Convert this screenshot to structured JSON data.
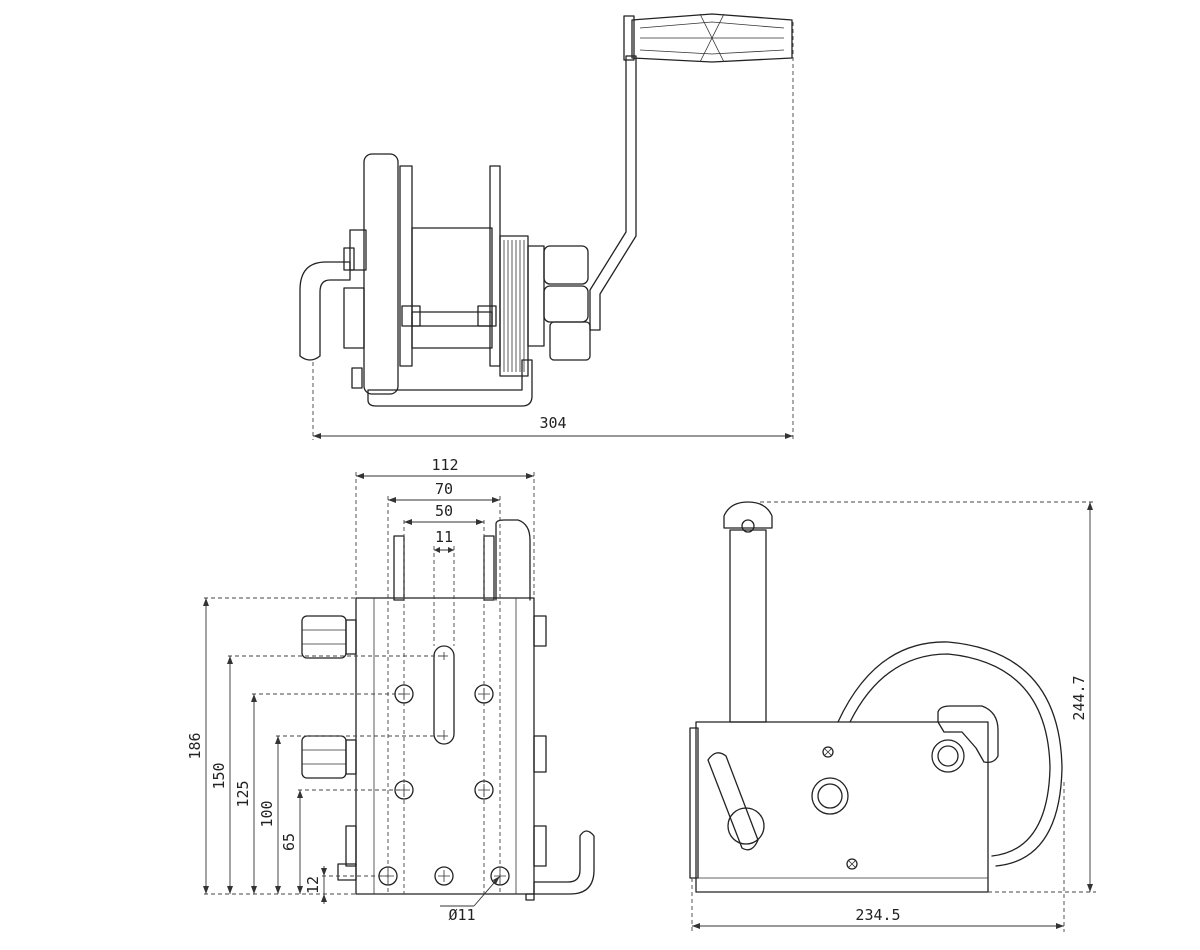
{
  "views": {
    "top": {
      "overall_width": "304"
    },
    "side": {
      "width_112": "112",
      "width_70": "70",
      "width_50": "50",
      "width_11": "11",
      "height_186": "186",
      "height_150": "150",
      "height_125": "125",
      "height_100": "100",
      "height_65": "65",
      "height_12": "12",
      "hole_dia": "Ø11"
    },
    "front": {
      "height_244_7": "244.7",
      "width_234_5": "234.5"
    }
  }
}
